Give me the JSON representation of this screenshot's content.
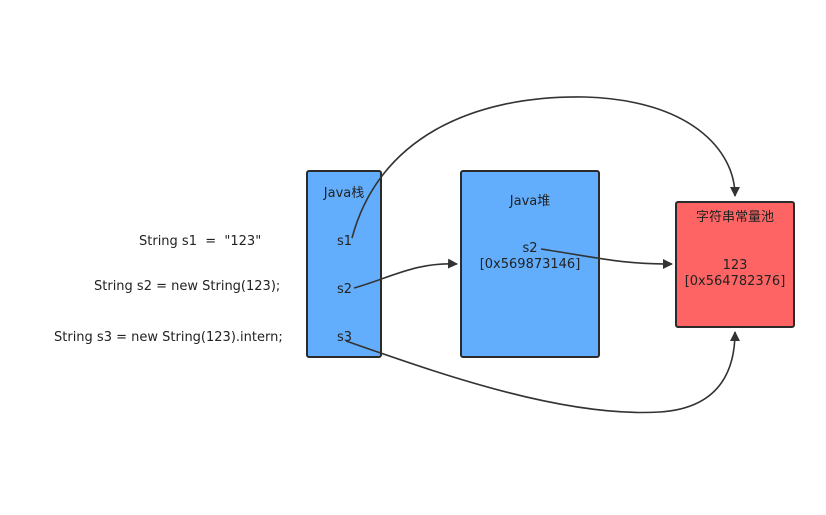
{
  "colors": {
    "stack_fill": "#62aefd",
    "heap_fill": "#62aefd",
    "pool_fill": "#fe6464",
    "border": "#2b2b2b",
    "arrow": "#333333"
  },
  "code": {
    "line1": "String s1  =  \"123\"",
    "line2": "String s2 = new String(123);",
    "line3": "String s3 = new String(123).intern;"
  },
  "stack": {
    "title": "Java栈",
    "s1": "s1",
    "s2": "s2",
    "s3": "s3"
  },
  "heap": {
    "title": "Java堆",
    "ref": "s2",
    "address": "[0x569873146]"
  },
  "pool": {
    "title": "字符串常量池",
    "value": "123",
    "address": "[0x564782376]"
  }
}
